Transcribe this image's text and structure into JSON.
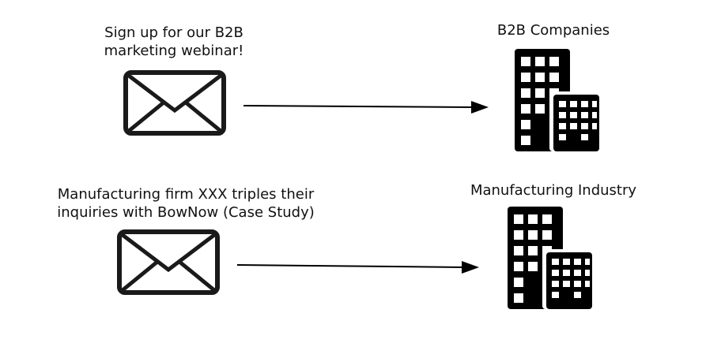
{
  "rows": [
    {
      "email_text": "Sign up for our B2B\nmarketing webinar!",
      "email_icon": "envelope-icon",
      "target_label": "B2B Companies",
      "target_icon": "buildings-icon"
    },
    {
      "email_text": "Manufacturing firm XXX triples their\ninquiries with BowNow (Case Study)",
      "email_icon": "envelope-icon",
      "target_label": "Manufacturing Industry",
      "target_icon": "buildings-icon"
    }
  ],
  "colors": {
    "stroke": "#1a1a1a",
    "fill": "#000000",
    "background": "#ffffff"
  }
}
